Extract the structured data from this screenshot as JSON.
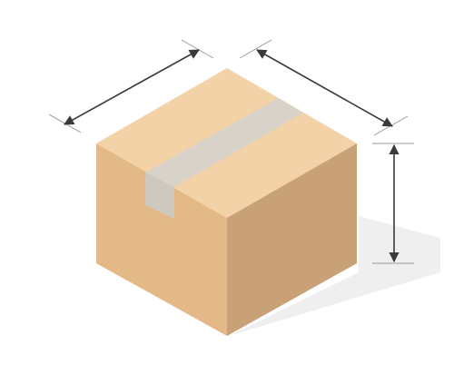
{
  "diagram": {
    "subject": "cardboard-box",
    "dimension_lines": [
      "width",
      "depth",
      "height"
    ],
    "colors": {
      "background": "#ffffff",
      "box_top": "#F3D2A7",
      "box_left": "#E4B988",
      "box_right": "#C9A177",
      "tape_top": "#D9D2C8",
      "tape_front": "#CFC8BE",
      "shadow": "#EFEFEF",
      "dimension_line": "#3A3A3A",
      "extension_line": "#9A9A9A"
    }
  }
}
